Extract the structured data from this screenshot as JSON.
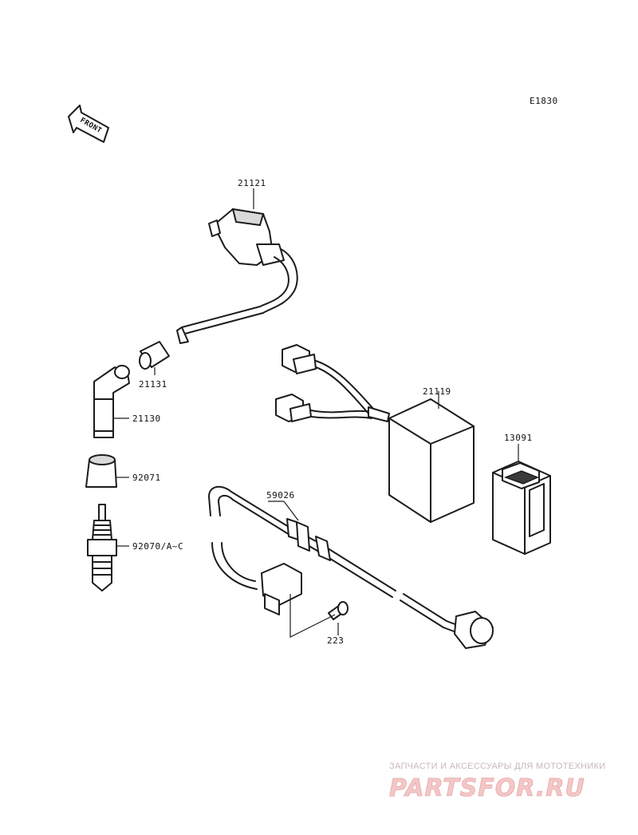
{
  "diagram_code": "E1830",
  "front_label": "FRONT",
  "parts": {
    "p21121": "21121",
    "p21131": "21131",
    "p21130": "21130",
    "p92071": "92071",
    "p92070": "92070/A~C",
    "p59026": "59026",
    "p223": "223",
    "p21119": "21119",
    "p13091": "13091"
  },
  "watermark": {
    "tagline": "ЗАПЧАСТИ И АКСЕССУАРЫ ДЛЯ МОТОТЕХНИКИ",
    "brand": "PARTSFOR.RU"
  }
}
